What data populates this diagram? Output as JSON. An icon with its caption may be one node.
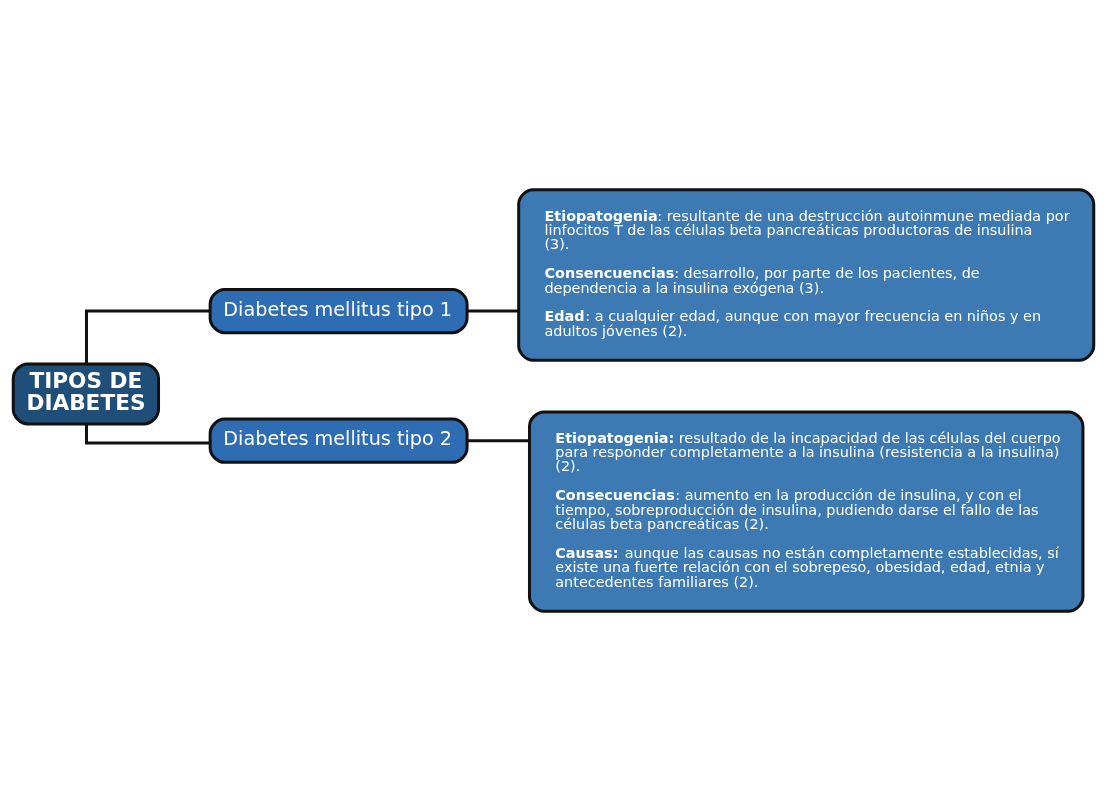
{
  "diagram": {
    "nodes": [
      {
        "text": [
          "TIPOS DE DIABETES"
        ]
      },
      {
        "text": [
          "Diabetes mellitus tipo 1"
        ]
      },
      {
        "text": [
          "**Etiopatogenia**: resultante de una destrucción autoinmune mediada por linfocitos T de las células beta pancreáticas productoras de insulina (3).",
          "**Consencuencias**: desarrollo, por parte de los pacientes, de dependencia a la insulina exógena (3).",
          "**Edad**: a cualquier edad, aunque con mayor frecuencia en niños y en adultos jóvenes (2)."
        ]
      },
      {
        "text": [
          "Diabetes mellitus tipo 2"
        ]
      },
      {
        "text": [
          "**Etiopatogenia:** resultado de la incapacidad de las células del cuerpo para responder completamente a la insulina (resistencia a la insulina) (2).",
          "**Consecuencias**: aumento en la producción de insulina, y con el tiempo, sobreproducción de insulina, pudiendo darse el fallo de las células beta pancreáticas (2).",
          "**Causas:** aunque las causas no están completamente establecidas, sí existe una fuerte relación con el sobrepeso, obesidad, edad, etnia y antecedentes familiares (2)."
        ]
      }
    ],
    "edges": [
      {
        "from": 0,
        "to": 1,
        "arrow": "none"
      },
      {
        "from": 1,
        "to": 2,
        "arrow": "none"
      },
      {
        "from": 0,
        "to": 3,
        "arrow": "none"
      },
      {
        "from": 3,
        "to": 4,
        "arrow": "none"
      }
    ]
  }
}
